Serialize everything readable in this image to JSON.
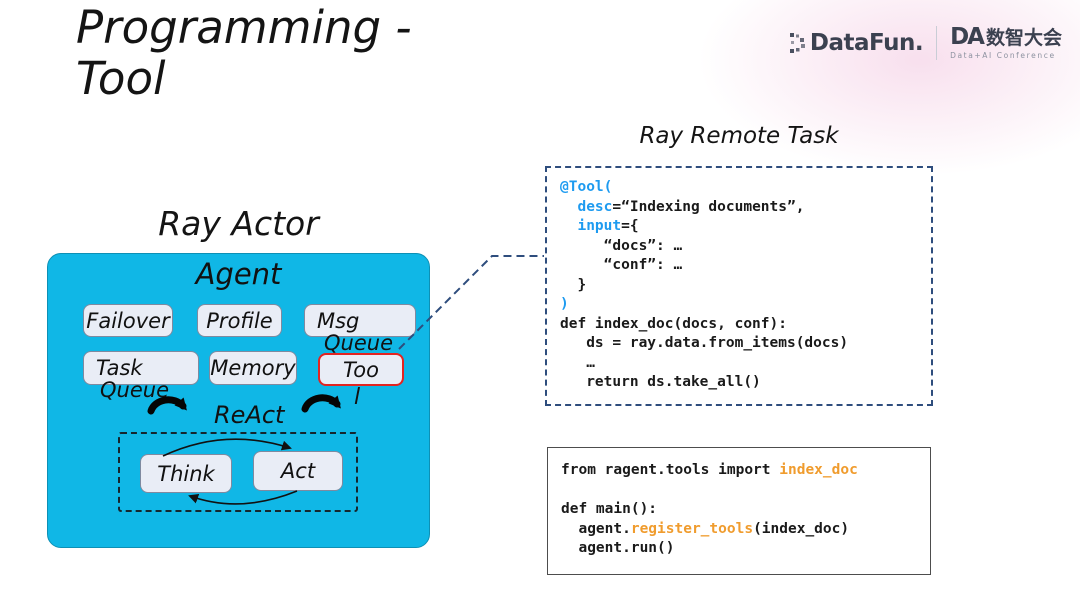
{
  "title": {
    "line1": "Programming -",
    "line2": "Tool"
  },
  "header_logo": {
    "datafun": "DataFun.",
    "da_abbr": "DA",
    "da_cn": "数智大会",
    "da_sub": "Data+AI Conference"
  },
  "diagram": {
    "title": "Ray Actor",
    "agent_label": "Agent",
    "failover": "Failover",
    "profile": "Profile",
    "msg": "Msg",
    "msg_overflow": "Queue",
    "task": "Task",
    "task_overflow": "Queue",
    "memory": "Memory",
    "tool": "Too",
    "tool_overflow": "l",
    "react_label": "ReAct",
    "think": "Think",
    "act": "Act"
  },
  "remote_task": {
    "title": "Ray Remote Task",
    "code": [
      [
        {
          "t": "@Tool(",
          "c": "kw"
        }
      ],
      [
        {
          "t": "  ",
          "c": "p"
        },
        {
          "t": "desc",
          "c": "kw"
        },
        {
          "t": "=“Indexing documents”,",
          "c": "p"
        }
      ],
      [
        {
          "t": "  ",
          "c": "p"
        },
        {
          "t": "input",
          "c": "kw"
        },
        {
          "t": "={",
          "c": "p"
        }
      ],
      [
        {
          "t": "     “docs”: …",
          "c": "p"
        }
      ],
      [
        {
          "t": "     “conf”: …",
          "c": "p"
        }
      ],
      [
        {
          "t": "  }",
          "c": "p"
        }
      ],
      [
        {
          "t": ")",
          "c": "kw"
        }
      ],
      [
        {
          "t": "def index_doc(docs, conf):",
          "c": "p"
        }
      ],
      [
        {
          "t": "   ds = ray.data.from_items(docs)",
          "c": "p"
        }
      ],
      [
        {
          "t": "   …",
          "c": "p"
        }
      ],
      [
        {
          "t": "   return ds.take_all()",
          "c": "p"
        }
      ]
    ]
  },
  "main_code": {
    "code": [
      [
        {
          "t": "from ragent.tools import ",
          "c": "p"
        },
        {
          "t": "index_doc",
          "c": "org"
        }
      ],
      [],
      [
        {
          "t": "def main():",
          "c": "p"
        }
      ],
      [
        {
          "t": "  agent.",
          "c": "p"
        },
        {
          "t": "register_tools",
          "c": "org"
        },
        {
          "t": "(index_doc)",
          "c": "p"
        }
      ],
      [
        {
          "t": "  agent.run()",
          "c": "p"
        }
      ]
    ]
  },
  "colors": {
    "agent_fill": "#10b7e6",
    "node_fill": "#e9edf6",
    "tool_border_red": "#e32421",
    "dashed_navy": "#2e4d7d",
    "code_keyword_blue": "#1e9bf0",
    "code_orange": "#f09c2e",
    "logo_pink_glow": "#f4cee4"
  }
}
